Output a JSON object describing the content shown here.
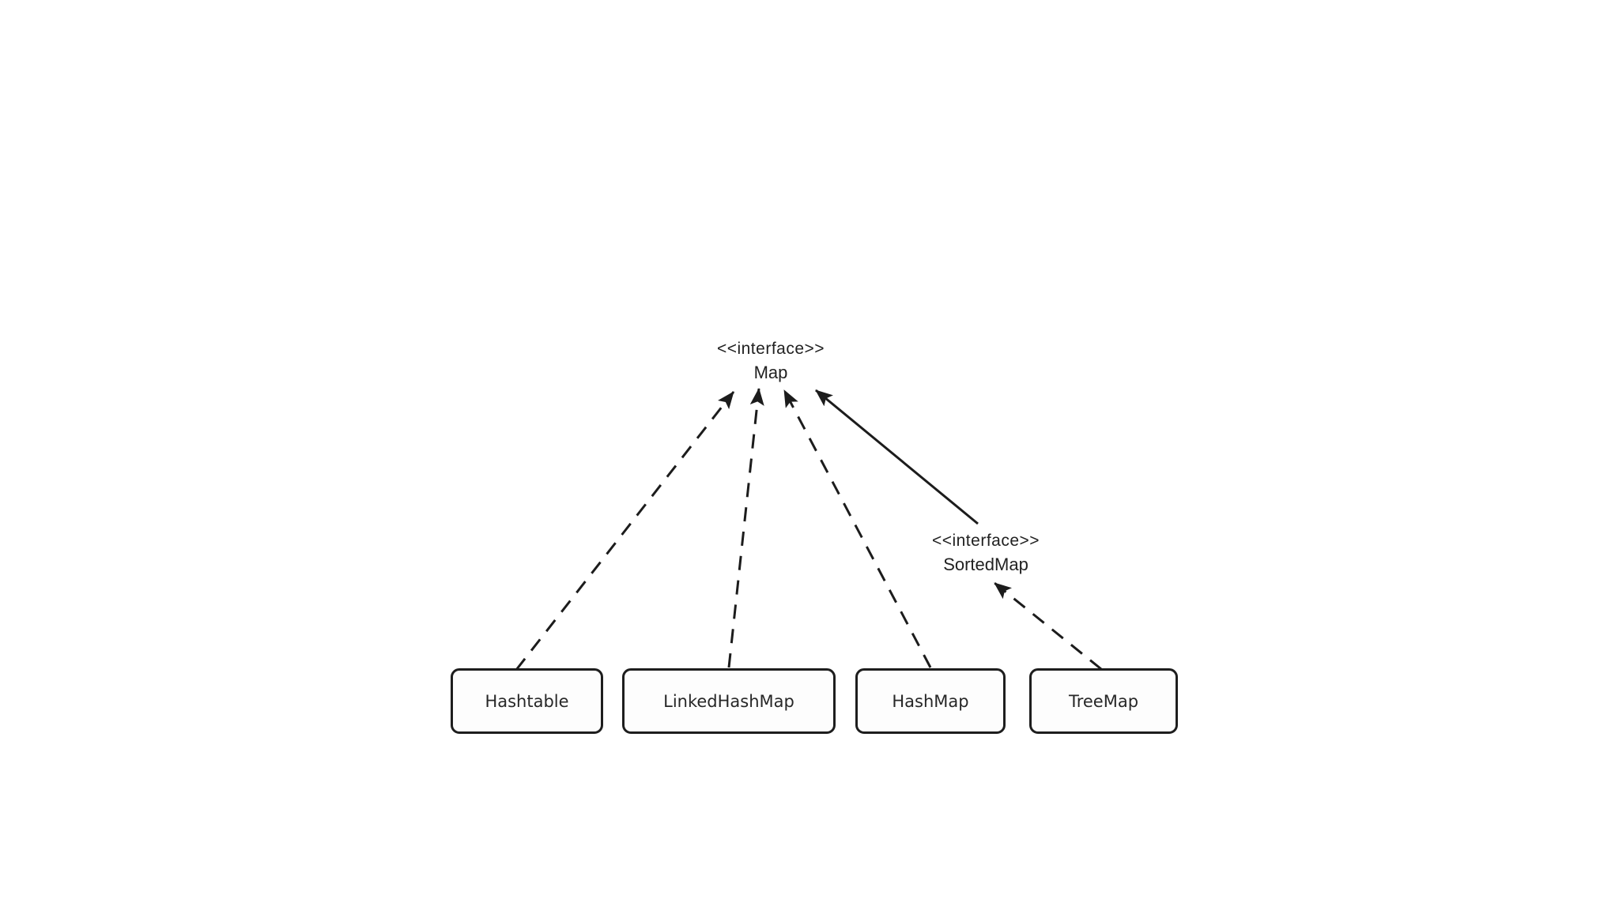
{
  "diagram": {
    "type": "uml-class-diagram",
    "background_color": "#ffffff",
    "stroke_color": "#1c1c1c",
    "interfaces": {
      "map": {
        "stereotype": "<<interface>>",
        "name": "Map"
      },
      "sortedmap": {
        "stereotype": "<<interface>>",
        "name": "SortedMap"
      }
    },
    "classes": [
      {
        "name": "Hashtable"
      },
      {
        "name": "LinkedHashMap"
      },
      {
        "name": "HashMap"
      },
      {
        "name": "TreeMap"
      }
    ],
    "edges": [
      {
        "from": "Hashtable",
        "to": "Map",
        "line": "dashed",
        "arrowhead": "filled"
      },
      {
        "from": "LinkedHashMap",
        "to": "Map",
        "line": "dashed",
        "arrowhead": "filled"
      },
      {
        "from": "HashMap",
        "to": "Map",
        "line": "dashed",
        "arrowhead": "filled"
      },
      {
        "from": "SortedMap",
        "to": "Map",
        "line": "solid",
        "arrowhead": "filled"
      },
      {
        "from": "TreeMap",
        "to": "SortedMap",
        "line": "dashed",
        "arrowhead": "filled"
      }
    ]
  }
}
